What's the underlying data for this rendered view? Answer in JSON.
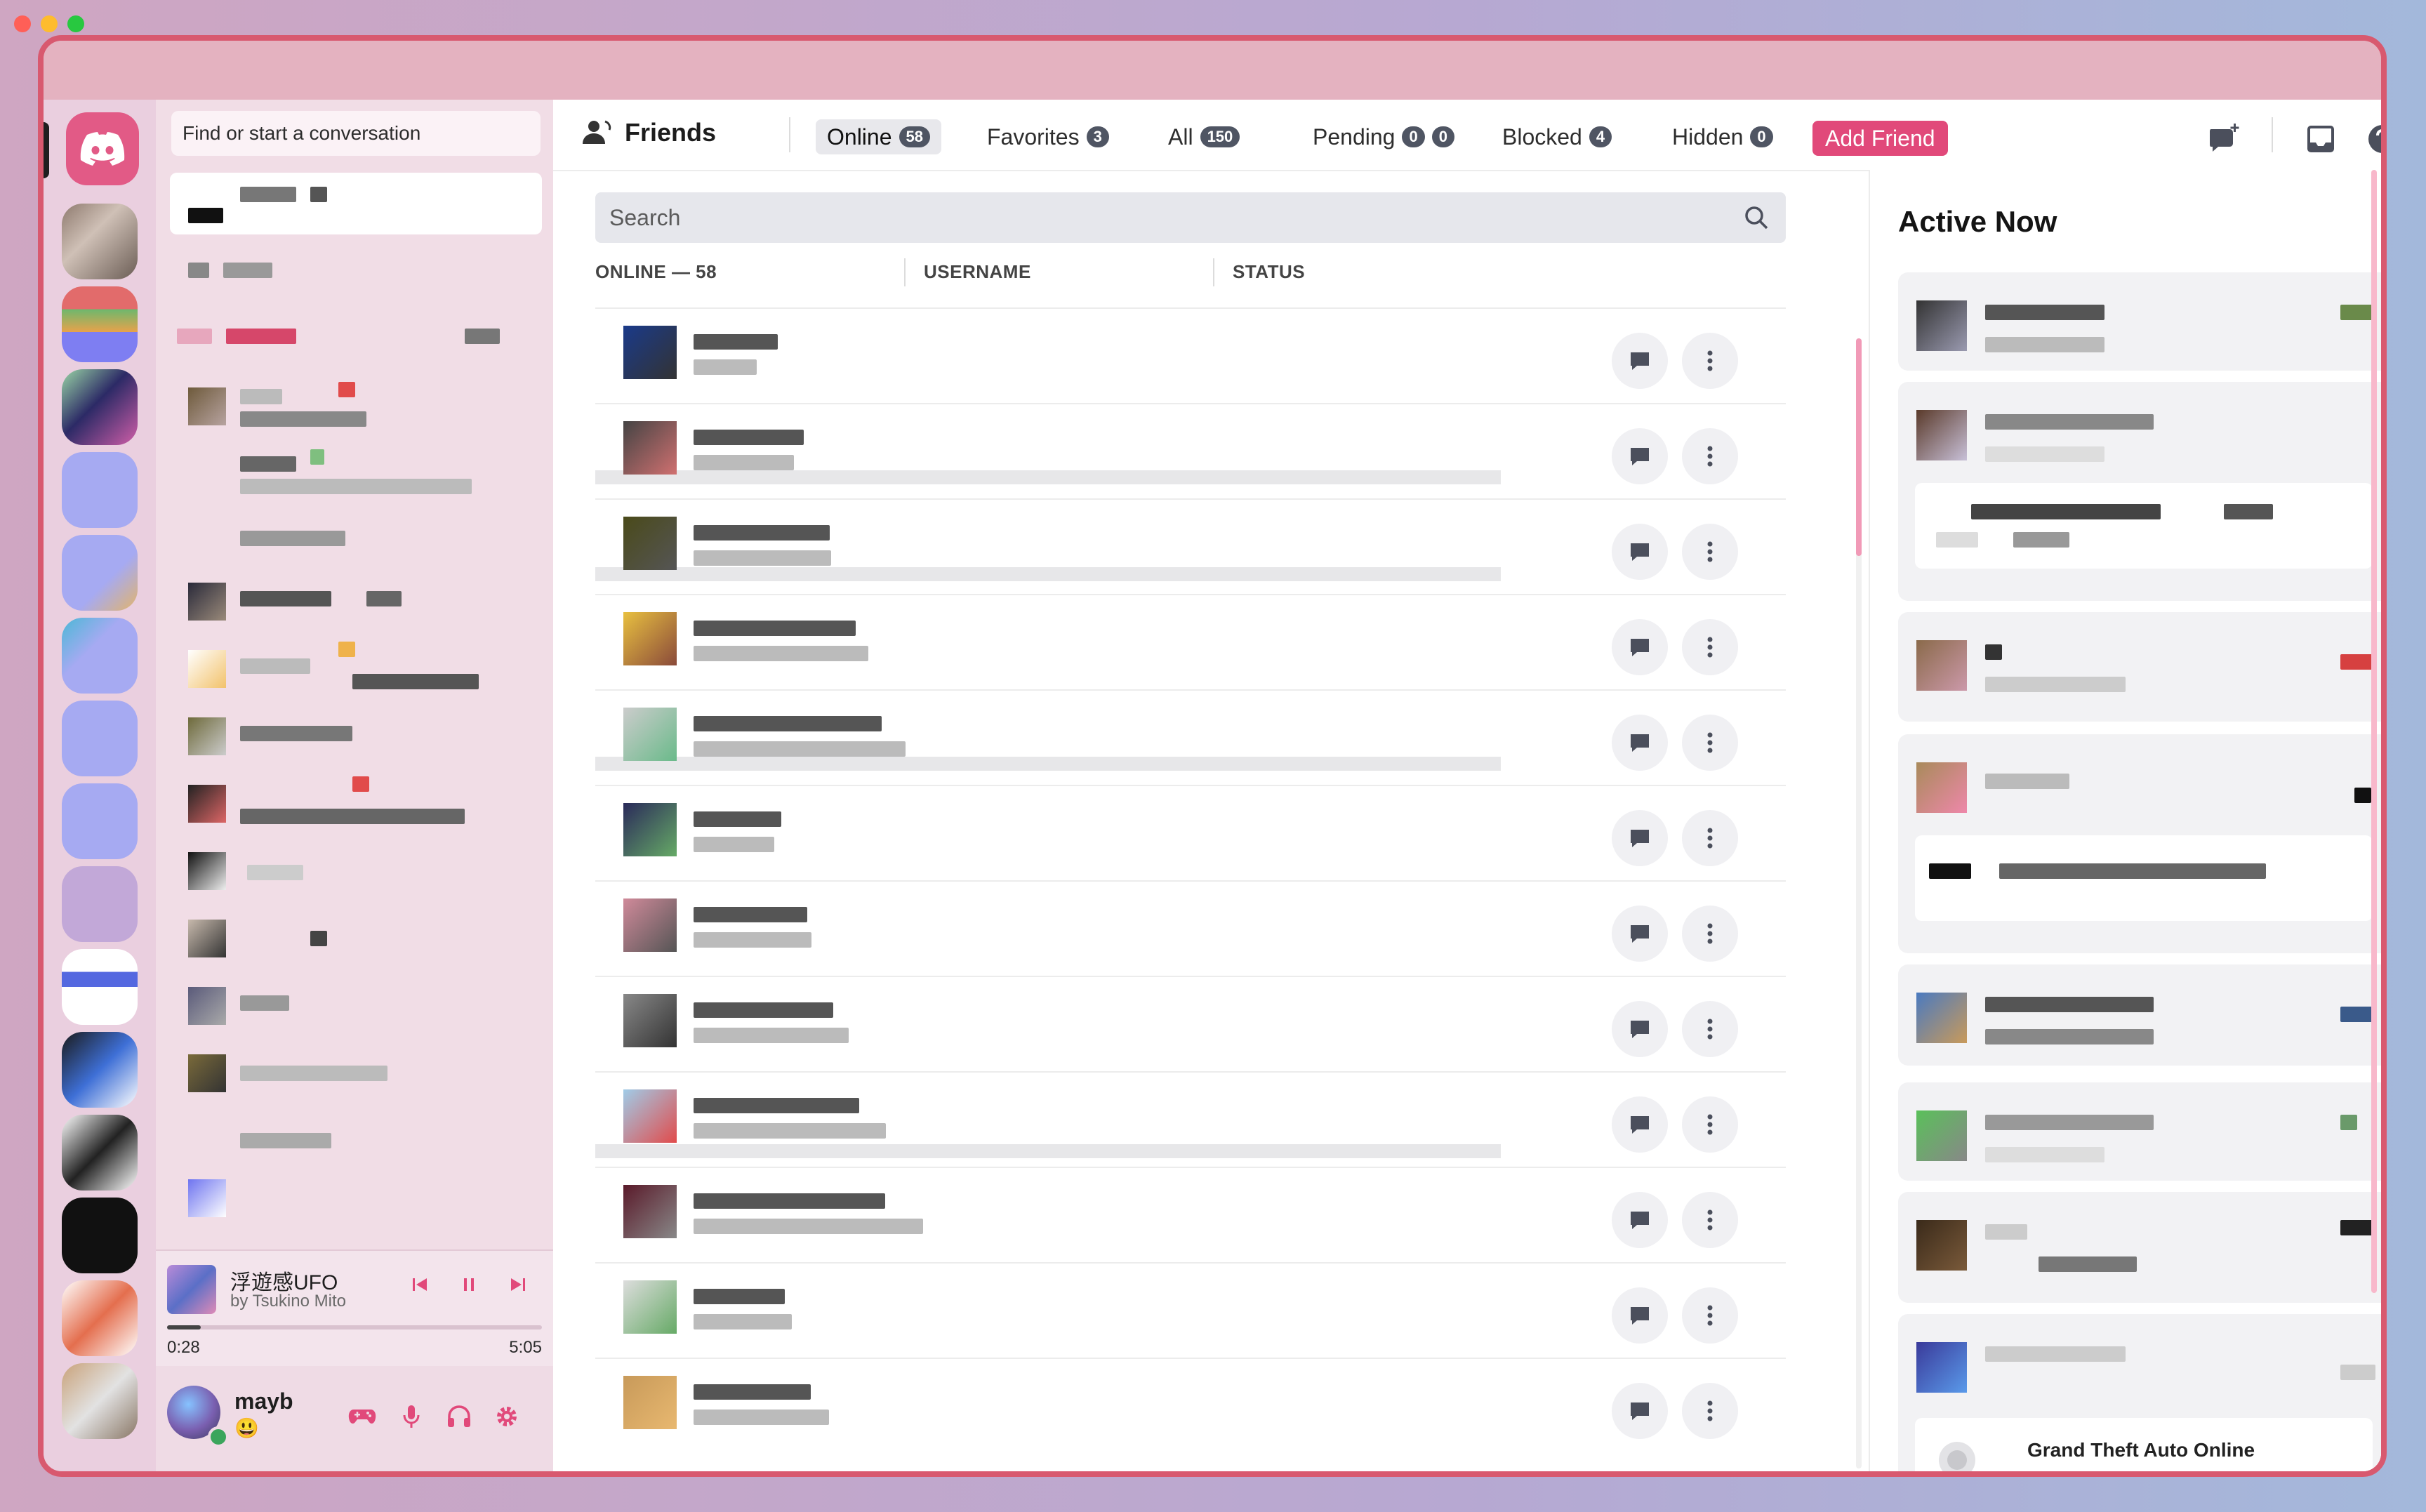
{
  "window": {
    "traffic_lights": [
      "close",
      "minimize",
      "zoom"
    ]
  },
  "channels": {
    "search_placeholder": "Find or start a conversation"
  },
  "player": {
    "song": "浮遊感UFO",
    "artist": "by Tsukino Mito",
    "elapsed": "0:28",
    "duration": "5:05",
    "progress": 0.09
  },
  "user": {
    "name": "mayb",
    "status_emoji": "😃"
  },
  "header": {
    "title": "Friends",
    "tabs": [
      {
        "label": "Online",
        "badge": "58",
        "active": true
      },
      {
        "label": "Favorites",
        "badge": "3"
      },
      {
        "label": "All",
        "badge": "150"
      },
      {
        "label": "Pending",
        "badge": "0",
        "badge2": "0"
      },
      {
        "label": "Blocked",
        "badge": "4"
      },
      {
        "label": "Hidden",
        "badge": "0"
      }
    ],
    "add_friend": "Add Friend"
  },
  "friends": {
    "search_placeholder": "Search",
    "columns": [
      "ONLINE — 58",
      "USERNAME",
      "STATUS"
    ]
  },
  "active_now": {
    "title": "Active Now",
    "game": "Grand Theft Auto Online"
  },
  "colors": {
    "accent": "#e1497a",
    "frame": "#d8596f",
    "rail": "#eacfdf",
    "channel_bg": "#f1dde6"
  }
}
